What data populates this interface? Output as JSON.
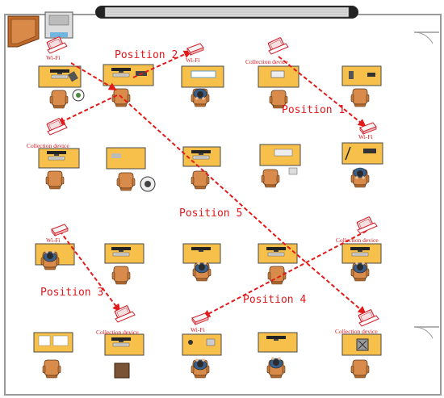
{
  "colors": {
    "wall": "#9a9a9a",
    "desk": "#f6c04a",
    "desk_stroke": "#4a4a4a",
    "chair": "#d98b4c",
    "chair_stroke": "#5a3515",
    "path": "#e21a1a",
    "label": "#e0171c",
    "cabinet": "#c06a2a",
    "router": "#e0303a"
  },
  "labels": {
    "position_1": "Position 1",
    "position_2": "Position 2",
    "position_3": "Position 3",
    "position_4": "Position 4",
    "position_5": "Position 5"
  },
  "devices": [
    {
      "name": "wifi-1",
      "kind": "Wi-Fi"
    },
    {
      "name": "wifi-2",
      "kind": "Wi-Fi"
    },
    {
      "name": "wifi-3",
      "kind": "Wi-Fi"
    },
    {
      "name": "wifi-4",
      "kind": "Wi-Fi"
    },
    {
      "name": "wifi-5",
      "kind": "Wi-Fi"
    },
    {
      "name": "collect-1",
      "kind": "Collection device"
    },
    {
      "name": "collect-2",
      "kind": "Collection device"
    },
    {
      "name": "collect-3",
      "kind": "Collection device"
    },
    {
      "name": "collect-4",
      "kind": "Collection device"
    },
    {
      "name": "collect-5",
      "kind": "Collection device"
    }
  ]
}
